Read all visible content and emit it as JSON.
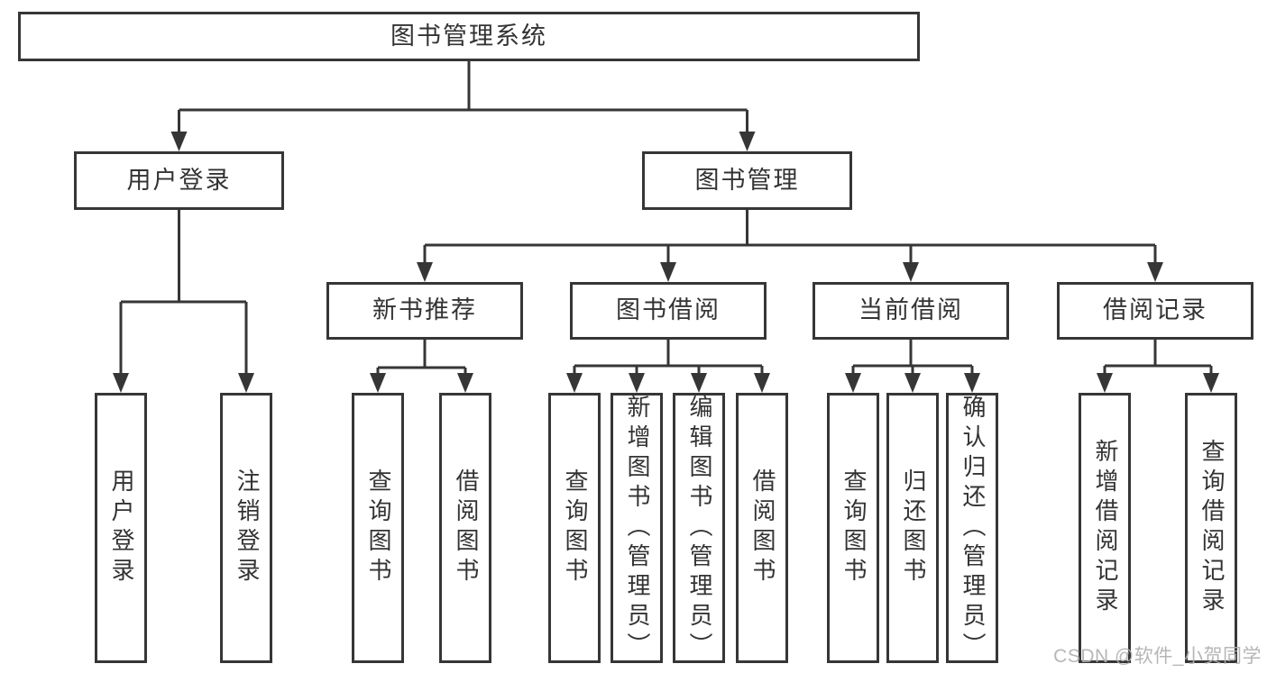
{
  "title": "图书管理系统",
  "watermark": "CSDN @软件_小贺同学",
  "colors": {
    "background": "#ffffff",
    "line": "#363636",
    "box_fill": "#ffffff",
    "text": "#333333",
    "watermark": "#b0b0b0"
  },
  "diagram_type": "functional-structure-tree",
  "nodes": [
    {
      "id": "root",
      "label": "图书管理系统",
      "parent": null
    },
    {
      "id": "login",
      "label": "用户登录",
      "parent": "root"
    },
    {
      "id": "mgmt",
      "label": "图书管理",
      "parent": "root"
    },
    {
      "id": "rec",
      "label": "新书推荐",
      "parent": "mgmt"
    },
    {
      "id": "borrow",
      "label": "图书借阅",
      "parent": "mgmt"
    },
    {
      "id": "current",
      "label": "当前借阅",
      "parent": "mgmt"
    },
    {
      "id": "records",
      "label": "借阅记录",
      "parent": "mgmt"
    },
    {
      "id": "login-user",
      "label": "用户登录",
      "parent": "login"
    },
    {
      "id": "login-logout",
      "label": "注销登录",
      "parent": "login"
    },
    {
      "id": "rec-query",
      "label": "查询图书",
      "parent": "rec"
    },
    {
      "id": "rec-borrow",
      "label": "借阅图书",
      "parent": "rec"
    },
    {
      "id": "borrow-query",
      "label": "查询图书",
      "parent": "borrow"
    },
    {
      "id": "borrow-add",
      "label": "新增图书（管理员）",
      "parent": "borrow"
    },
    {
      "id": "borrow-edit",
      "label": "编辑图书（管理员）",
      "parent": "borrow"
    },
    {
      "id": "borrow-borrow",
      "label": "借阅图书",
      "parent": "borrow"
    },
    {
      "id": "current-query",
      "label": "查询图书",
      "parent": "current"
    },
    {
      "id": "current-return",
      "label": "归还图书",
      "parent": "current"
    },
    {
      "id": "current-confirm",
      "label": "确认归还（管理员）",
      "parent": "current"
    },
    {
      "id": "records-add",
      "label": "新增借阅记录",
      "parent": "records"
    },
    {
      "id": "records-query",
      "label": "查询借阅记录",
      "parent": "records"
    }
  ]
}
